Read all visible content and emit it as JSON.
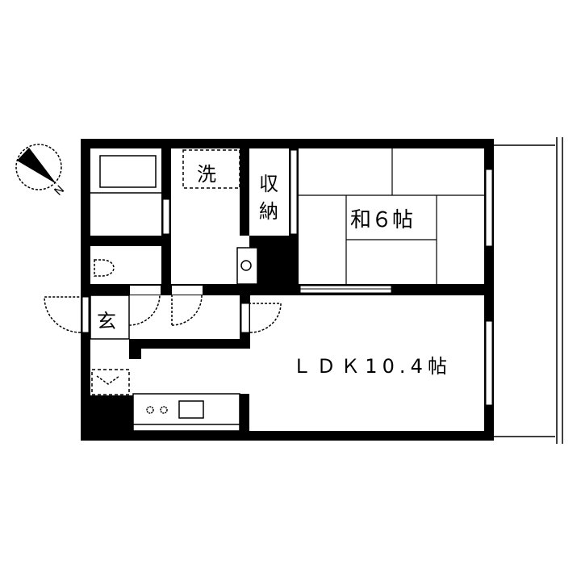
{
  "floorplan": {
    "compass": {
      "label": "N",
      "icon": "north-arrow-icon"
    },
    "rooms": {
      "washer": "洗",
      "storage_line1": "収",
      "storage_line2": "納",
      "japanese_room": "和６帖",
      "entrance": "玄",
      "ldk": "ＬＤＫ10.4帖"
    },
    "colors": {
      "wall": "#000000",
      "background": "#ffffff"
    }
  }
}
